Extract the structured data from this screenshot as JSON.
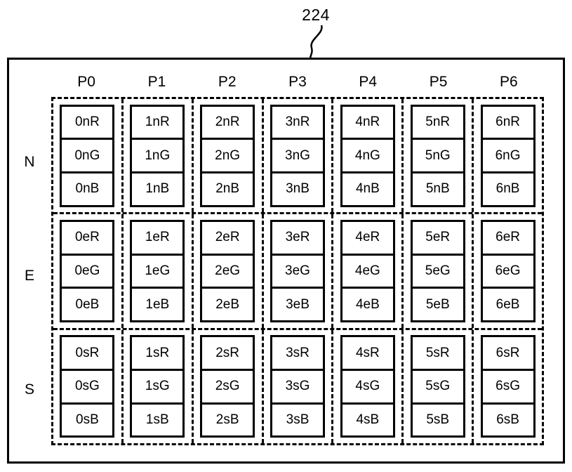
{
  "figure": {
    "reference_label": "224",
    "leader_icon": "curved-leader-line"
  },
  "grid": {
    "column_headers": [
      "P0",
      "P1",
      "P2",
      "P3",
      "P4",
      "P5",
      "P6"
    ],
    "row_labels": [
      "N",
      "E",
      "S"
    ],
    "row_keys": [
      "n",
      "e",
      "s"
    ],
    "subpixel_channels": [
      "R",
      "G",
      "B"
    ],
    "rows": [
      {
        "label": "N",
        "cells": [
          [
            "0nR",
            "0nG",
            "0nB"
          ],
          [
            "1nR",
            "1nG",
            "1nB"
          ],
          [
            "2nR",
            "2nG",
            "2nB"
          ],
          [
            "3nR",
            "3nG",
            "3nB"
          ],
          [
            "4nR",
            "4nG",
            "4nB"
          ],
          [
            "5nR",
            "5nG",
            "5nB"
          ],
          [
            "6nR",
            "6nG",
            "6nB"
          ]
        ]
      },
      {
        "label": "E",
        "cells": [
          [
            "0eR",
            "0eG",
            "0eB"
          ],
          [
            "1eR",
            "1eG",
            "1eB"
          ],
          [
            "2eR",
            "2eG",
            "2eB"
          ],
          [
            "3eR",
            "3eG",
            "3eB"
          ],
          [
            "4eR",
            "4eG",
            "4eB"
          ],
          [
            "5eR",
            "5eG",
            "5eB"
          ],
          [
            "6eR",
            "6eG",
            "6eB"
          ]
        ]
      },
      {
        "label": "S",
        "cells": [
          [
            "0sR",
            "0sG",
            "0sB"
          ],
          [
            "1sR",
            "1sG",
            "1sB"
          ],
          [
            "2sR",
            "2sG",
            "2sB"
          ],
          [
            "3sR",
            "3sG",
            "3sB"
          ],
          [
            "4sR",
            "4sG",
            "4sB"
          ],
          [
            "5sR",
            "5sG",
            "5sB"
          ],
          [
            "6sR",
            "6sG",
            "6sB"
          ]
        ]
      }
    ]
  },
  "colors": {
    "stroke": "#000000",
    "background": "#ffffff"
  }
}
